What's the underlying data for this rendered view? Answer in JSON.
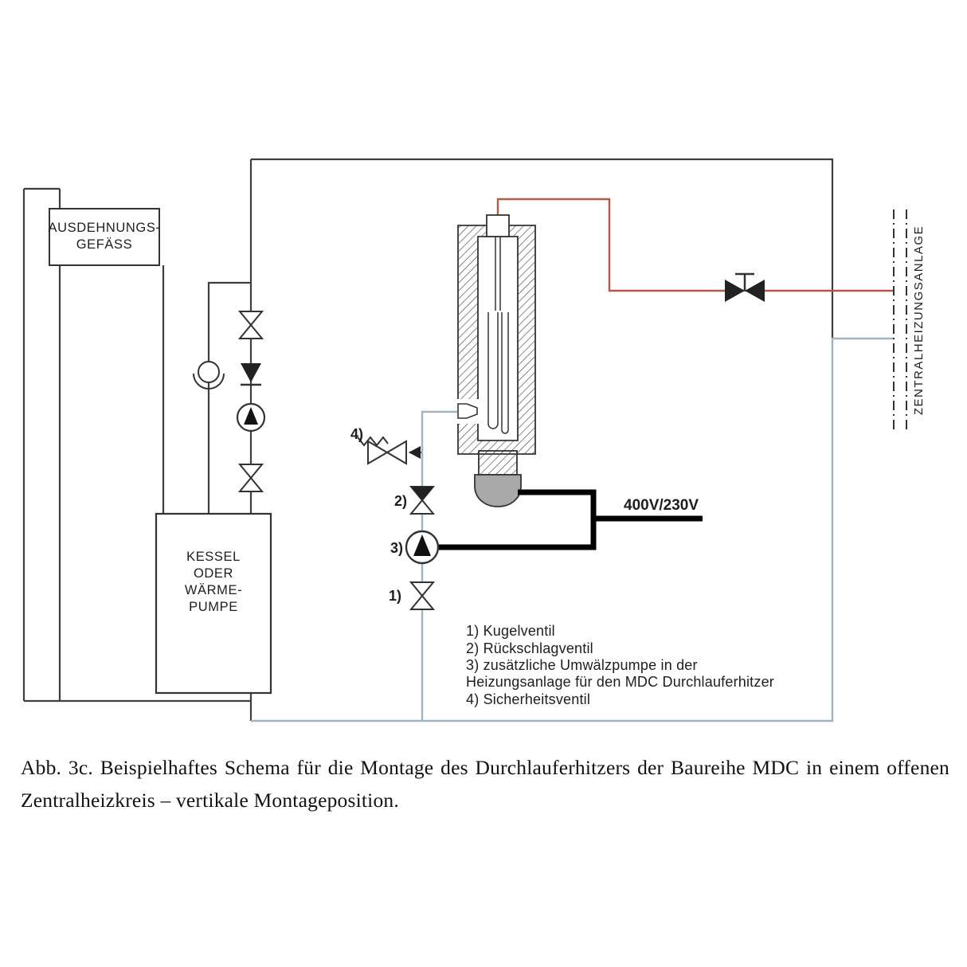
{
  "colors": {
    "line": "#3f3f3f",
    "flow": "#b05a48",
    "return": "#a2b3c2",
    "electric": "#000000"
  },
  "boxes": {
    "expansion_vessel": {
      "line1": "AUSDEHNUNGS-",
      "line2": "GEFÄSS"
    },
    "boiler": {
      "line1": "KESSEL",
      "line2": "ODER",
      "line3": "WÄRME-",
      "line4": "PUMPE"
    }
  },
  "heating_system_label": "ZENTRALHEIZUNGSANLAGE",
  "power_label": "400V/230V",
  "component_numbers": {
    "n1": "1)",
    "n2": "2)",
    "n3": "3)",
    "n4": "4)"
  },
  "legend": {
    "lines": [
      "1) Kugelventil",
      "2) Rückschlagventil",
      "3) zusätzliche Umwälzpumpe in der",
      "Heizungsanlage für den MDC Durchlauferhitzer",
      "4) Sicherheitsventil"
    ]
  },
  "caption": {
    "text": "Abb. 3c. Beispielhaftes Schema für die Montage des Durchlauferhitzers der Baureihe MDC in einem offenen Zentralheizkreis – vertikale Montageposition."
  }
}
